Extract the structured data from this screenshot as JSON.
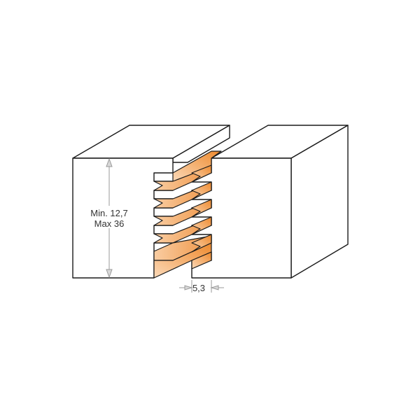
{
  "diagram": {
    "subject": "finger-joint router bit profile",
    "labels": {
      "height_min": "Min. 12,7",
      "height_max": "Max 36",
      "width": "5,3"
    },
    "colors": {
      "outline": "#1a1a1a",
      "face": "#ffffff",
      "orange_light": "#f8c79a",
      "orange_dark": "#ee8a2e",
      "dimension_line": "#9a9a9a",
      "text": "#333333"
    },
    "finger_count": 6
  }
}
